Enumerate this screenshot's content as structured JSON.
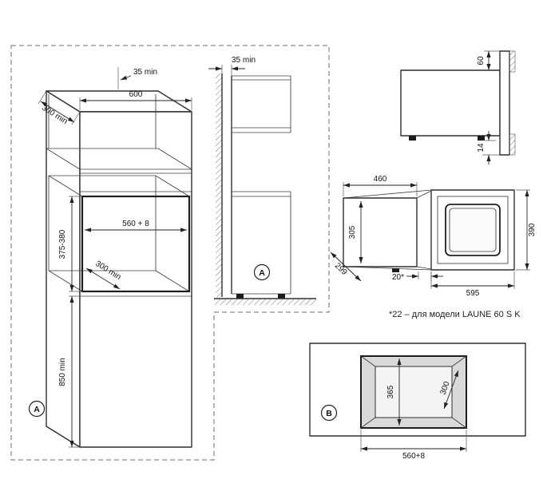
{
  "note": "*22 – для модели LAUNE 60 S K",
  "colors": {
    "line": "#2f2f2f",
    "dim_text": "#111111",
    "background": "#ffffff",
    "niche_fill": "#d9d9d9",
    "niche_back_fill": "#f4f4f4"
  },
  "cabinet_view": {
    "view_label": "A",
    "top_clearance": "35 min",
    "width": "600",
    "top_depth": "300 min",
    "niche_width": "560 + 8",
    "niche_height": "375-380",
    "niche_depth": "300 min",
    "lower_height": "850 min"
  },
  "section_view": {
    "view_label": "A",
    "wall_gap": "35 min"
  },
  "oven_side_view": {
    "top_offset": "60",
    "bottom_offset": "14"
  },
  "oven_3d_view": {
    "body_width": "460",
    "body_height": "305",
    "body_depth": "299",
    "protrusion": "20*",
    "front_width": "595",
    "front_height": "390"
  },
  "niche_front_view": {
    "view_label": "B",
    "niche_height": "365",
    "niche_depth": "300",
    "niche_width": "560+8"
  }
}
